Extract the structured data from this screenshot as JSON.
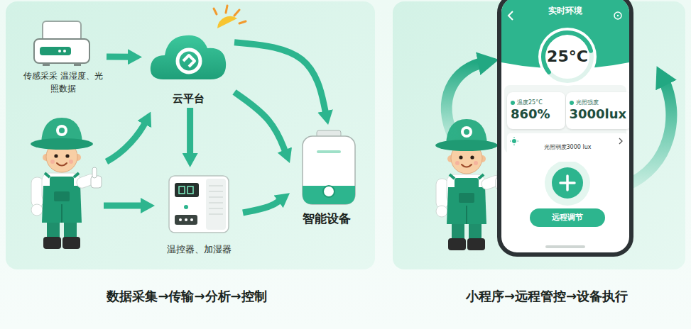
{
  "diagram": {
    "nodes": [
      {
        "text": [
          "传感采采 温湿度、光照数据"
        ]
      },
      {
        "text": [
          "云平台"
        ]
      },
      {
        "text": [
          "温控器、加湿器"
        ]
      },
      {
        "text": [
          "智能设备"
        ]
      },
      {
        "text": [
          "实时环境"
        ]
      },
      {
        "text": [
          "25°C"
        ],
        "in": 4
      },
      {
        "text": [
          "温度25°C",
          "860%"
        ],
        "in": 4
      },
      {
        "text": [
          "光照强度",
          "3000lux"
        ],
        "in": 4
      },
      {
        "text": [
          "光照弱度3000 lux"
        ],
        "in": 4
      },
      {
        "text": [
          "远程调节"
        ],
        "in": 4
      }
    ],
    "edges": [
      {
        "from": 0,
        "to": 1,
        "arrow": "to"
      },
      {
        "from": 1,
        "to": 3,
        "arrow": "to"
      },
      {
        "from": 1,
        "to": 3,
        "arrow": "to"
      },
      {
        "from": 1,
        "to": 2,
        "arrow": "to"
      },
      {
        "from": 2,
        "to": 3,
        "arrow": "to"
      }
    ],
    "labels": [
      "数据采集→传输→分析→控制",
      "小程序→远程管控→设备执行"
    ]
  }
}
